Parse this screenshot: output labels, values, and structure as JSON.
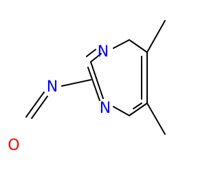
{
  "molecule": {
    "atoms": [
      {
        "id": "n_ring_top",
        "symbol": "N",
        "color": "#0000ff"
      },
      {
        "id": "n_ring_bottom",
        "symbol": "N",
        "color": "#0000ff"
      },
      {
        "id": "n_isocyanate",
        "symbol": "N",
        "color": "#0000ff"
      },
      {
        "id": "o_isocyanate",
        "symbol": "O",
        "color": "#ff0000"
      }
    ],
    "bond_color": "#000000"
  }
}
